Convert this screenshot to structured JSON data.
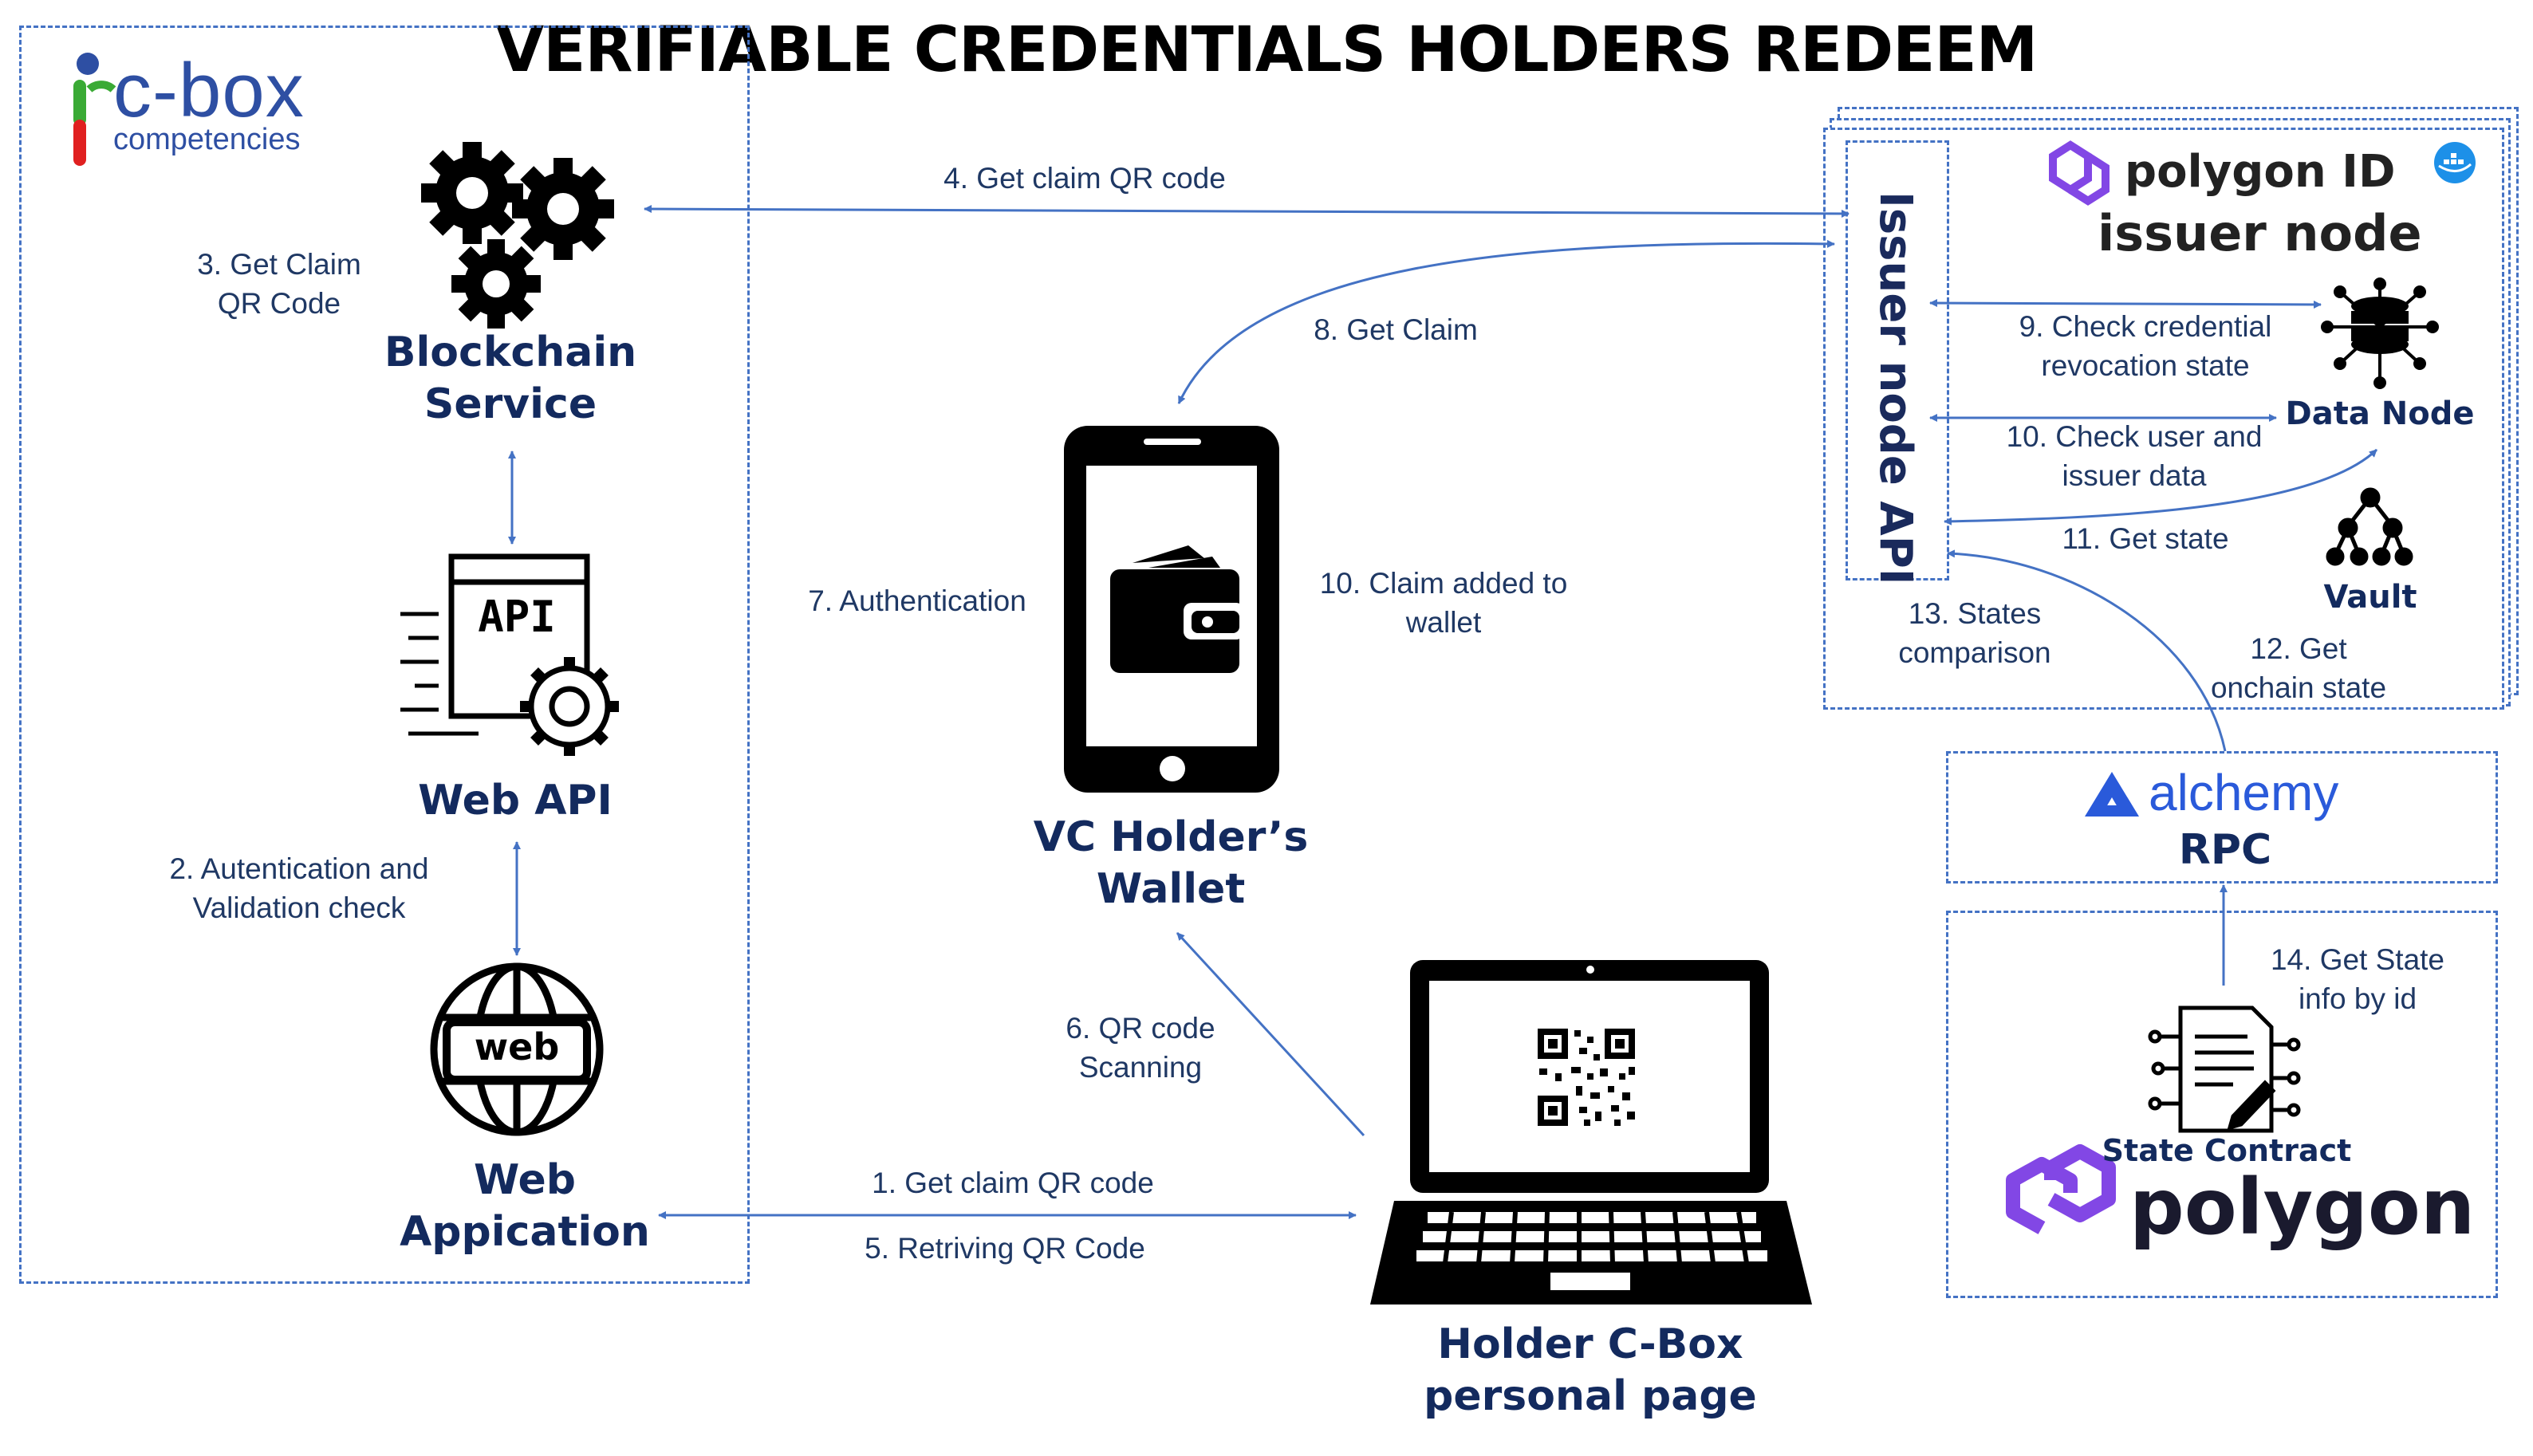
{
  "title": "VERIFIABLE CREDENTIALS HOLDERS REDEEM",
  "colors": {
    "arrow": "#4472c4",
    "dashed_border": "#4472c4",
    "node_label": "#132a5e",
    "polygon_purple": "#8247e5",
    "alchemy_blue": "#2a5ada"
  },
  "logos": {
    "cbox_name": "c-box",
    "cbox_sub": "competencies",
    "polygon_id_text": "polygon ID",
    "issuer_node_text": "issuer node",
    "alchemy_text": "alchemy",
    "polygon_text": "polygon"
  },
  "nodes": {
    "blockchain_service": "Blockchain\nService",
    "web_api": "Web API",
    "web_application": "Web\nAppication",
    "vc_wallet": "VC Holder’s\nWallet",
    "holder_page": "Holder C-Box\npersonal page",
    "issuer_node_api": "Issuer node API",
    "data_node": "Data Node",
    "vault": "Vault",
    "rpc": "RPC",
    "state_contract": "State Contract"
  },
  "icon_text": {
    "api": "API",
    "web": "web"
  },
  "steps": {
    "s1": "1. Get claim QR code",
    "s2": "2. Autentication and\nValidation check",
    "s3": "3. Get Claim\nQR Code",
    "s4": "4. Get claim QR code",
    "s5": "5. Retriving QR Code",
    "s6": "6. QR code\nScanning",
    "s7": "7. Authentication",
    "s8": "8. Get Claim",
    "s9": "9. Check credential\nrevocation state",
    "s10": "10. Check user and\nissuer data",
    "s10b": "10. Claim added to\nwallet",
    "s11": "11. Get state",
    "s12": "12. Get\nonchain state",
    "s13": "13. States\ncomparison",
    "s14": "14. Get State\ninfo by id"
  },
  "icons": [
    "gears-icon",
    "api-gear-icon",
    "web-globe-icon",
    "phone-wallet-icon",
    "laptop-qr-icon",
    "database-network-icon",
    "hierarchy-icon",
    "contract-document-icon",
    "docker-icon",
    "polygon-id-logo-icon",
    "alchemy-logo-icon",
    "polygon-logo-icon",
    "cbox-logo-icon"
  ]
}
